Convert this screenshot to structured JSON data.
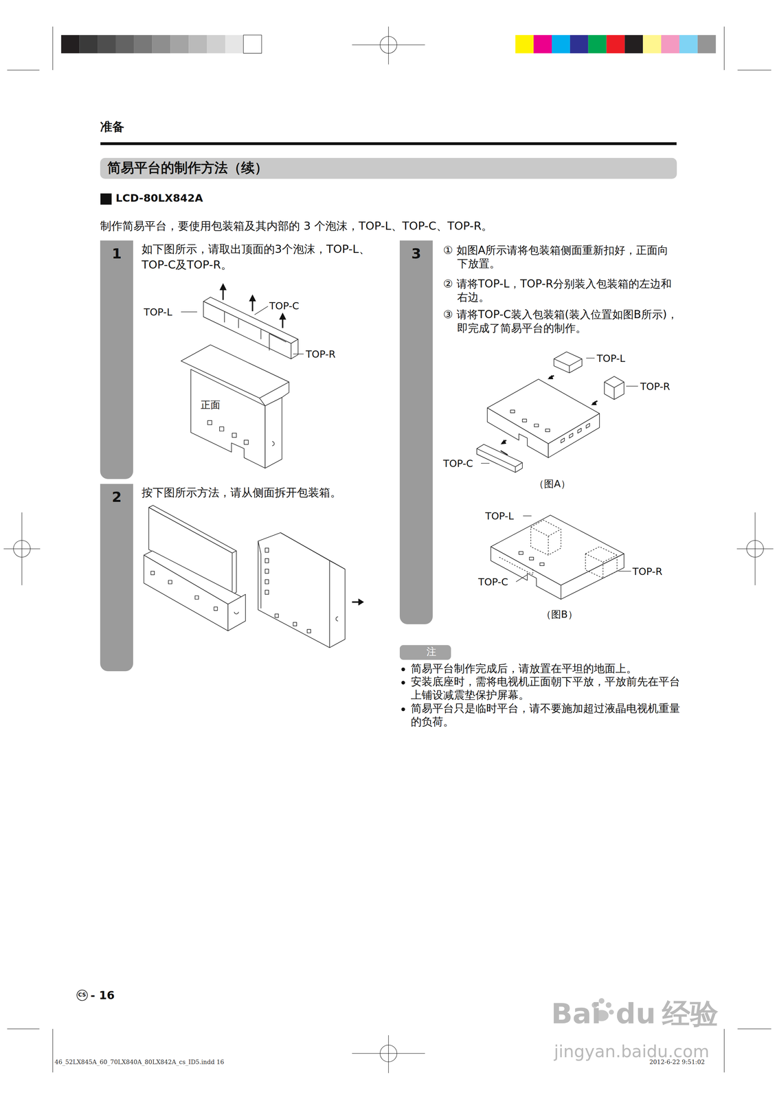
{
  "diagram": {
    "title": "准备",
    "nodes": [
      {
        "text": [
          "简易平台的制作方法（续）"
        ]
      },
      {
        "text": [
          "1",
          "如下图所示，请取出顶面的3个泡沫，TOP-L、TOP-C及TOP-R。"
        ]
      },
      {
        "text": [
          "2",
          "按下图所示方法，请从侧面拆开包装箱。"
        ]
      },
      {
        "text": [
          "3",
          "① 如图A所示请将包装箱侧面重新扣好，正面向下放置。",
          "② 请将TOP-L，TOP-R分别装入包装箱的左边和右边。",
          "③ 请将TOP-C装入包装箱(装入位置如图B所示)，即完成了简易平台的制作。"
        ]
      },
      {
        "text": [
          "注"
        ]
      }
    ],
    "labels": [
      "LCD-80LX842A",
      "制作简易平台，要使用包装箱及其内部的 3 个泡沫，TOP-L、TOP-C、TOP-R。",
      "TOP-L",
      "TOP-C",
      "TOP-R",
      "正面",
      "TOP-L",
      "TOP-R",
      "TOP-C",
      "（图A）",
      "TOP-L",
      "TOP-R",
      "TOP-C",
      "（图B）",
      "简易平台制作完成后，请放置在平坦的地面上。",
      "安装底座时，需将电视机正面朝下平放，平放前先在平台上铺设减震垫保护屏幕。",
      "简易平台只是临时平台，请不要施加超过液晶电视机重量的负荷。",
      "CS",
      "- 16",
      "46_52LX845A_60_70LX840A_80LX842A_cs_ID5.indd   16",
      "2012-6-22   9:51:02",
      "Bai",
      "du",
      "经验",
      "jingyan.baidu.com"
    ]
  }
}
